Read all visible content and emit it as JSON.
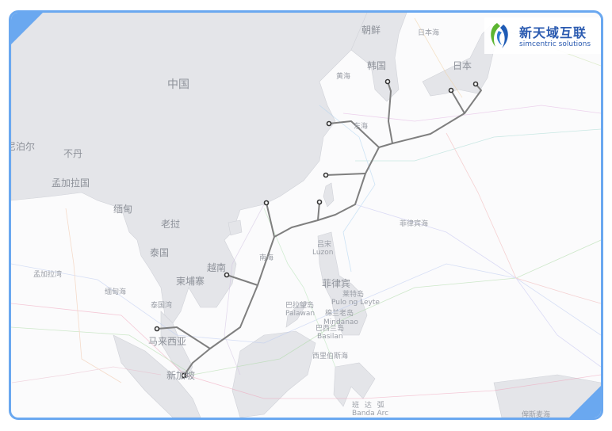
{
  "logo": {
    "name_cn": "新天域互联",
    "name_en": "simcentric solutions",
    "colors": {
      "green": "#5cb531",
      "blue": "#1f5bb5"
    }
  },
  "colors": {
    "frame": "#6aa8f0",
    "land": "#e4e5e9",
    "route": "#808080"
  },
  "labels": {
    "china": "中国",
    "north_korea": "朝鲜",
    "sea_of_japan": "日本海",
    "korea": "韩国",
    "japan": "日本",
    "yellow_sea": "黄海",
    "east_sea": "东海",
    "nepal": "尼泊尔",
    "bhutan": "不丹",
    "bangladesh": "孟加拉国",
    "myanmar": "缅甸",
    "laos": "老挝",
    "thailand": "泰国",
    "vietnam": "越南",
    "cambodia": "柬埔寨",
    "bay_of_bengal": "孟加拉湾",
    "andaman_sea": "缅甸海",
    "gulf_of_thailand": "泰国湾",
    "malaysia": "马来西亚",
    "singapore": "新加坡",
    "south_china_sea": "南海",
    "luzon_cn": "吕宋",
    "luzon_en": "Luzon",
    "philippines": "菲律宾",
    "leyte_cn": "莱特岛",
    "leyte_en": "Pulo ng Leyte",
    "palawan_cn": "巴拉望岛",
    "palawan_en": "Palawan",
    "mindanao_cn": "棉兰老岛",
    "mindanao_en": "Mindanao",
    "basilan_cn": "巴西兰岛",
    "basilan_en": "Basilan",
    "celebes_sea": "西里伯斯海",
    "philippine_sea": "菲律宾海",
    "banda_cn": "班 达 弧",
    "banda_en": "Banda Arc",
    "new_guinea": "俾斯麦海"
  }
}
